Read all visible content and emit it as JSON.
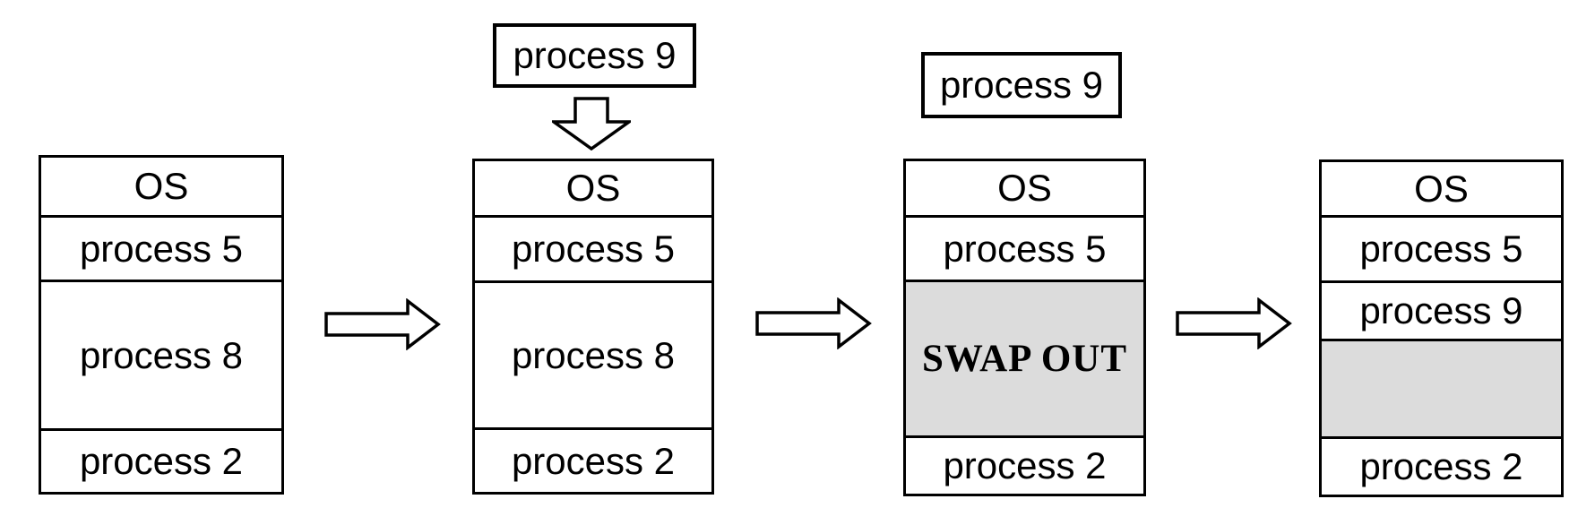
{
  "diagram": {
    "kind": "memory-swapping-sequence",
    "incoming_process": {
      "box_above_stack2": "process 9",
      "box_above_stack3": "process 9"
    },
    "stacks": [
      {
        "name": "initial-memory",
        "rows": [
          {
            "label": "OS"
          },
          {
            "label": "process 5"
          },
          {
            "label": "process 8"
          },
          {
            "label": "process 2"
          }
        ]
      },
      {
        "name": "process-9-arriving",
        "rows": [
          {
            "label": "OS"
          },
          {
            "label": "process 5"
          },
          {
            "label": "process 8"
          },
          {
            "label": "process 2"
          }
        ]
      },
      {
        "name": "swapping-out",
        "rows": [
          {
            "label": "OS"
          },
          {
            "label": "process 5"
          },
          {
            "label": "SWAP OUT"
          },
          {
            "label": "process 2"
          }
        ]
      },
      {
        "name": "after-swap",
        "rows": [
          {
            "label": "OS"
          },
          {
            "label": "process 5"
          },
          {
            "label": "process 9"
          },
          {
            "label": ""
          },
          {
            "label": "process 2"
          }
        ]
      }
    ],
    "icons": {
      "right_arrow": "block-arrow-right",
      "down_arrow": "block-arrow-down"
    },
    "colors": {
      "stroke": "#000000",
      "background": "#ffffff",
      "swap_fill": "#dcdcdc"
    }
  }
}
